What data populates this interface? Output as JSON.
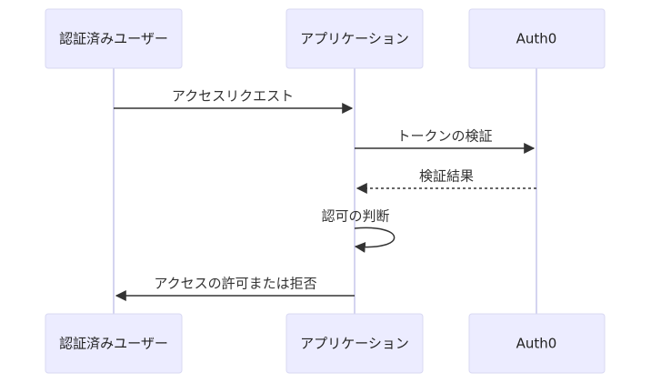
{
  "participants": [
    {
      "id": "user",
      "label": "認証済みユーザー"
    },
    {
      "id": "app",
      "label": "アプリケーション"
    },
    {
      "id": "auth0",
      "label": "Auth0"
    }
  ],
  "messages": [
    {
      "from": "user",
      "to": "app",
      "label": "アクセスリクエスト",
      "style": "solid"
    },
    {
      "from": "app",
      "to": "auth0",
      "label": "トークンの検証",
      "style": "solid"
    },
    {
      "from": "auth0",
      "to": "app",
      "label": "検証結果",
      "style": "dashed"
    },
    {
      "from": "app",
      "to": "app",
      "label": "認可の判断",
      "style": "solid"
    },
    {
      "from": "app",
      "to": "user",
      "label": "アクセスの許可または拒否",
      "style": "solid"
    }
  ],
  "colors": {
    "actor_fill": "#ececff",
    "actor_stroke": "#d8d8f2",
    "lifeline": "#d4d4f0",
    "arrow": "#333333"
  }
}
